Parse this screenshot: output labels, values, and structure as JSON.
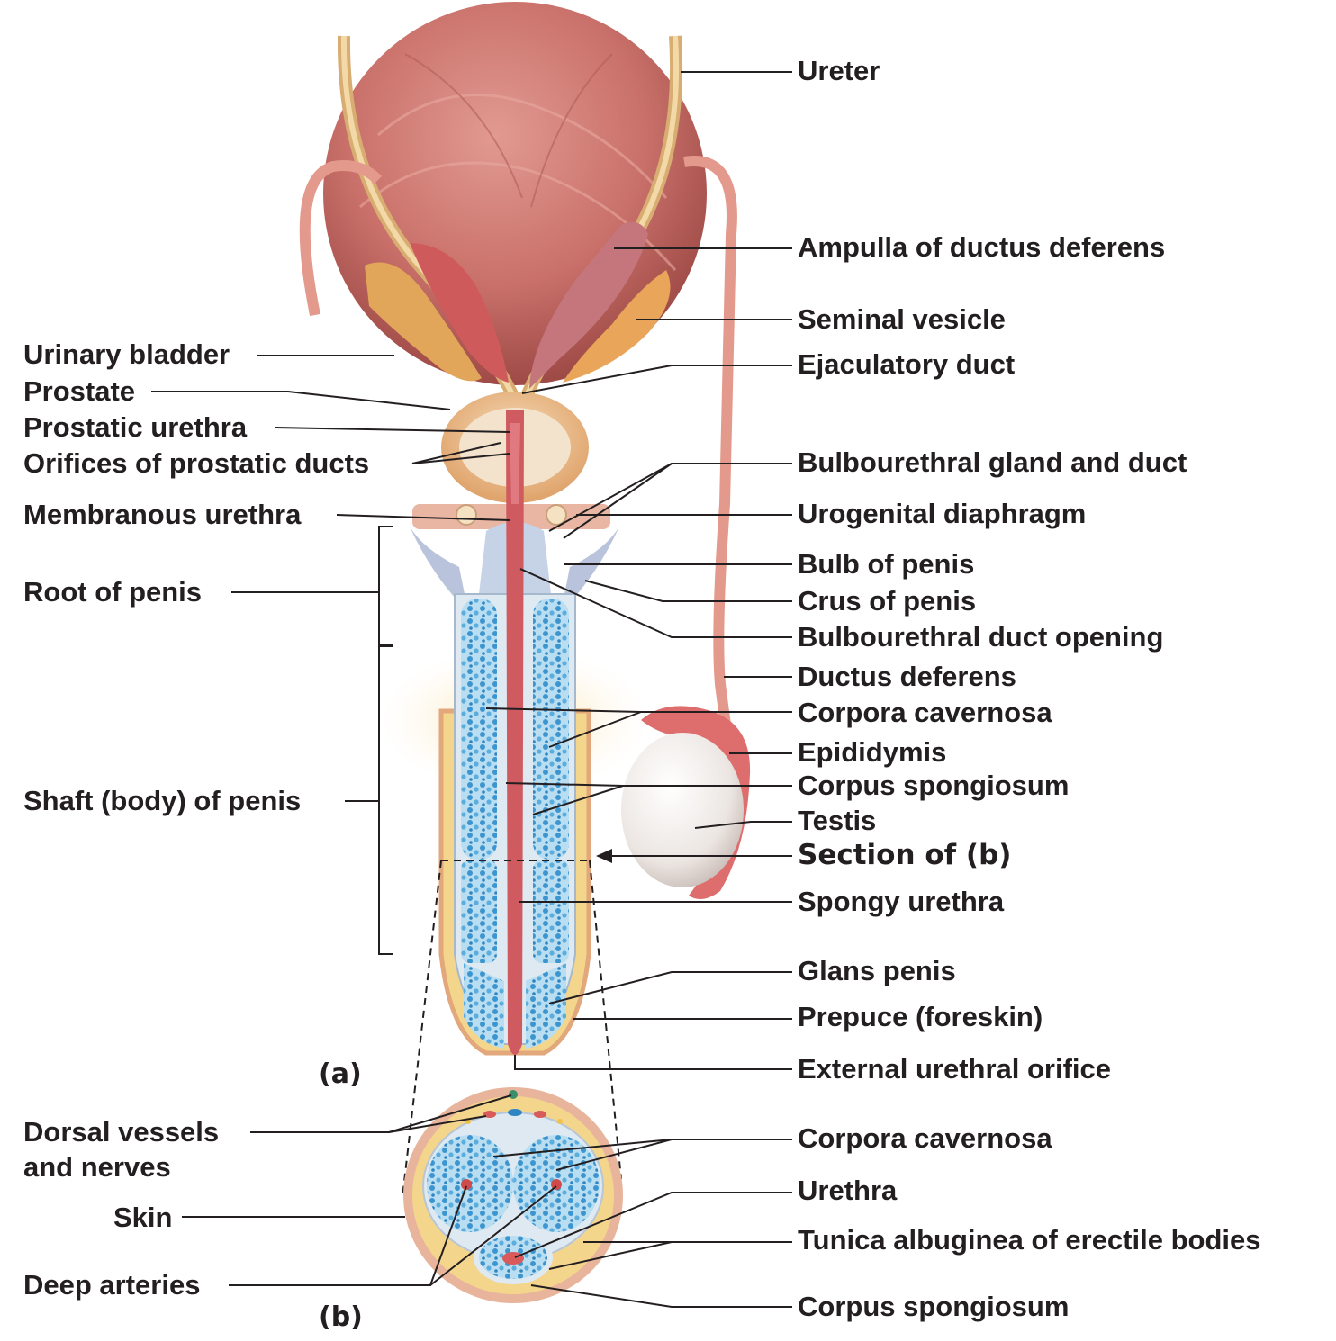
{
  "labels_right": {
    "ureter": "Ureter",
    "ampulla": "Ampulla of ductus deferens",
    "seminal_vesicle": "Seminal vesicle",
    "ejaculatory_duct": "Ejaculatory duct",
    "bulbourethral_gland": "Bulbourethral gland and duct",
    "urogenital_diaphragm": "Urogenital diaphragm",
    "bulb_of_penis": "Bulb of penis",
    "crus_of_penis": "Crus of penis",
    "bulbourethral_opening": "Bulbourethral duct opening",
    "ductus_deferens": "Ductus deferens",
    "corpora_cavernosa_a": "Corpora cavernosa",
    "epididymis": "Epididymis",
    "corpus_spongiosum_a": "Corpus spongiosum",
    "testis": "Testis",
    "section_of_b": "Section of (b)",
    "spongy_urethra": "Spongy urethra",
    "glans_penis": "Glans penis",
    "prepuce": "Prepuce (foreskin)",
    "external_urethral_orifice": "External urethral orifice",
    "corpora_cavernosa_b": "Corpora cavernosa",
    "urethra": "Urethra",
    "tunica_albuginea": "Tunica albuginea of erectile bodies",
    "corpus_spongiosum_b": "Corpus spongiosum"
  },
  "labels_left": {
    "urinary_bladder": "Urinary bladder",
    "prostate": "Prostate",
    "prostatic_urethra": "Prostatic urethra",
    "orifices_prostatic_ducts": "Orifices of prostatic ducts",
    "membranous_urethra": "Membranous urethra",
    "root_of_penis": "Root of penis",
    "shaft_of_penis": "Shaft (body) of penis",
    "dorsal_vessels_line1": "Dorsal vessels",
    "dorsal_vessels_line2": "and nerves",
    "skin": "Skin",
    "deep_arteries": "Deep arteries"
  },
  "panels": {
    "a": "(a)",
    "b": "(b)"
  },
  "colors": {
    "bladder": "#c9706a",
    "bladder_dark": "#a9524d",
    "urethra": "#c9525a",
    "prostate": "#e9b98a",
    "erectile_tissue": "#5aa9d8",
    "tunica": "#dfe9f2",
    "skin_yellow": "#f3d58c",
    "skin": "#e9b59c",
    "testis": "#ece8e4",
    "epididymis": "#de6e6e",
    "leader_line": "#231f20"
  }
}
